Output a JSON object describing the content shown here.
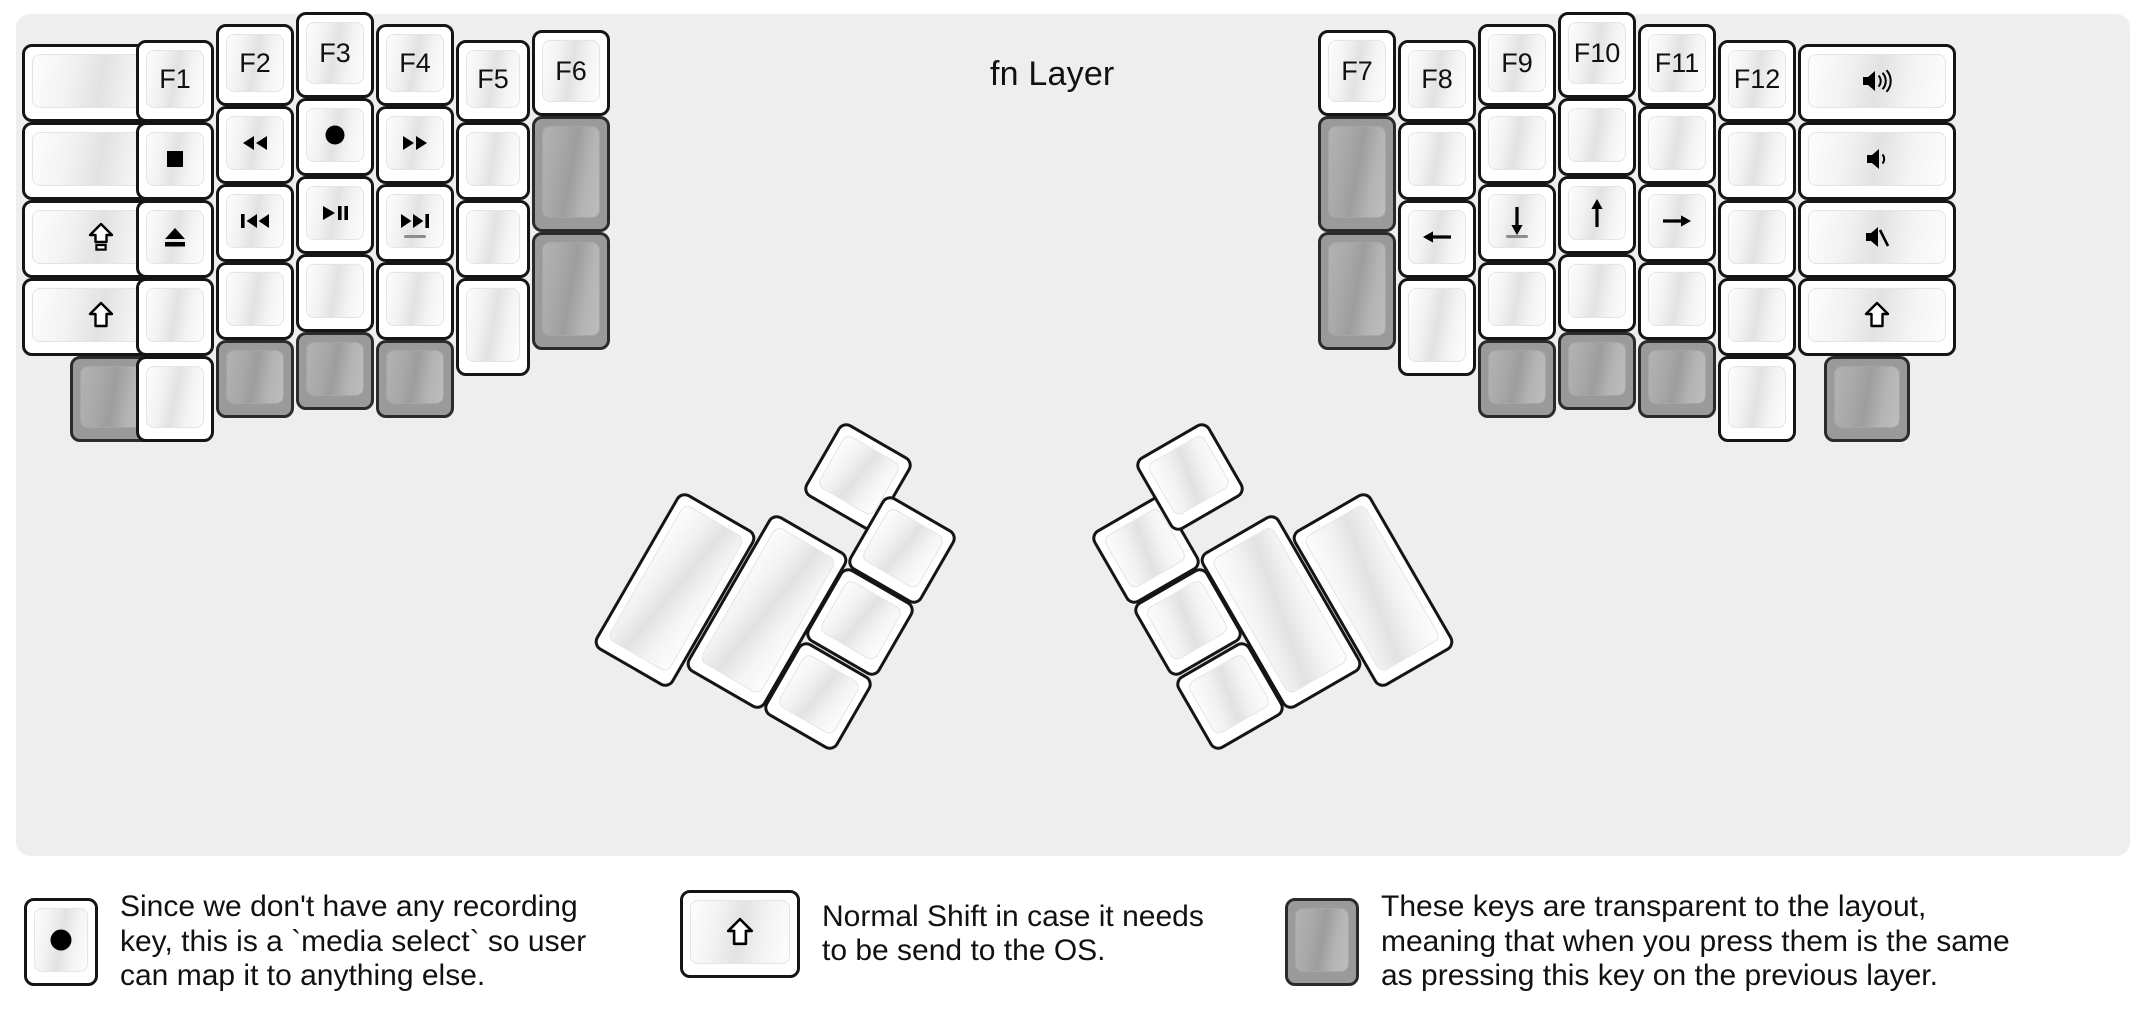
{
  "title": "fn Layer",
  "colors": {
    "panel_bg": "#eeeeee",
    "key_face": "#ffffff",
    "key_border": "#151515",
    "transparent_key": "#9a9a9a",
    "text": "#111111"
  },
  "left_half": {
    "columns": [
      {
        "name": "outer-col",
        "keys": [
          {
            "label": "",
            "icon": "",
            "state": "normal"
          },
          {
            "label": "",
            "icon": "",
            "state": "normal"
          },
          {
            "label": "",
            "icon": "caps-lock-icon",
            "state": "normal"
          },
          {
            "label": "",
            "icon": "shift-icon",
            "state": "normal"
          }
        ]
      },
      {
        "name": "pinky-col",
        "keys": [
          {
            "label": "F1",
            "icon": "",
            "state": "normal"
          },
          {
            "label": "",
            "icon": "media-stop-icon",
            "state": "normal"
          },
          {
            "label": "",
            "icon": "media-eject-icon",
            "state": "normal"
          },
          {
            "label": "",
            "icon": "",
            "state": "normal"
          },
          {
            "label": "",
            "icon": "",
            "state": "normal"
          }
        ]
      },
      {
        "name": "ring-col",
        "keys": [
          {
            "label": "F2",
            "icon": "",
            "state": "normal"
          },
          {
            "label": "",
            "icon": "media-rewind-icon",
            "state": "normal"
          },
          {
            "label": "",
            "icon": "media-prev-track-icon",
            "state": "normal"
          },
          {
            "label": "",
            "icon": "",
            "state": "normal"
          },
          {
            "label": "",
            "icon": "",
            "state": "transparent"
          }
        ]
      },
      {
        "name": "middle-col",
        "keys": [
          {
            "label": "F3",
            "icon": "",
            "state": "normal"
          },
          {
            "label": "",
            "icon": "media-record-icon",
            "state": "normal"
          },
          {
            "label": "",
            "icon": "media-play-pause-icon",
            "state": "normal"
          },
          {
            "label": "",
            "icon": "",
            "state": "normal"
          },
          {
            "label": "",
            "icon": "",
            "state": "transparent"
          }
        ]
      },
      {
        "name": "index-col",
        "keys": [
          {
            "label": "F4",
            "icon": "",
            "state": "normal"
          },
          {
            "label": "",
            "icon": "media-fast-forward-icon",
            "state": "normal"
          },
          {
            "label": "",
            "icon": "media-next-track-icon",
            "state": "normal",
            "homing": true
          },
          {
            "label": "",
            "icon": "",
            "state": "normal"
          },
          {
            "label": "",
            "icon": "",
            "state": "transparent"
          }
        ]
      },
      {
        "name": "inner-col",
        "keys": [
          {
            "label": "F5",
            "icon": "",
            "state": "normal"
          },
          {
            "label": "",
            "icon": "",
            "state": "normal"
          },
          {
            "label": "",
            "icon": "",
            "state": "normal"
          },
          {
            "label": "",
            "icon": "",
            "state": "normal"
          }
        ]
      },
      {
        "name": "innermost-col",
        "keys": [
          {
            "label": "F6",
            "icon": "",
            "state": "normal"
          },
          {
            "label": "",
            "icon": "",
            "state": "transparent"
          },
          {
            "label": "",
            "icon": "",
            "state": "transparent"
          }
        ]
      }
    ],
    "thumb_cluster": [
      {
        "label": "",
        "icon": "",
        "state": "normal",
        "size": "2u"
      },
      {
        "label": "",
        "icon": "",
        "state": "normal",
        "size": "2u"
      },
      {
        "label": "",
        "icon": "",
        "state": "normal",
        "size": "1u"
      },
      {
        "label": "",
        "icon": "",
        "state": "normal",
        "size": "1u"
      },
      {
        "label": "",
        "icon": "",
        "state": "normal",
        "size": "1u"
      },
      {
        "label": "",
        "icon": "",
        "state": "normal",
        "size": "1u"
      }
    ]
  },
  "right_half": {
    "columns": [
      {
        "name": "innermost-col",
        "keys": [
          {
            "label": "F7",
            "icon": "",
            "state": "normal"
          },
          {
            "label": "",
            "icon": "",
            "state": "transparent"
          },
          {
            "label": "",
            "icon": "",
            "state": "transparent"
          }
        ]
      },
      {
        "name": "inner-col",
        "keys": [
          {
            "label": "F8",
            "icon": "",
            "state": "normal"
          },
          {
            "label": "",
            "icon": "",
            "state": "normal"
          },
          {
            "label": "",
            "icon": "arrow-left-icon",
            "state": "normal"
          },
          {
            "label": "",
            "icon": "",
            "state": "normal"
          }
        ]
      },
      {
        "name": "index-col",
        "keys": [
          {
            "label": "F9",
            "icon": "",
            "state": "normal"
          },
          {
            "label": "",
            "icon": "",
            "state": "normal"
          },
          {
            "label": "",
            "icon": "arrow-down-icon",
            "state": "normal",
            "homing": true
          },
          {
            "label": "",
            "icon": "",
            "state": "normal"
          },
          {
            "label": "",
            "icon": "",
            "state": "transparent"
          }
        ]
      },
      {
        "name": "middle-col",
        "keys": [
          {
            "label": "F10",
            "icon": "",
            "state": "normal"
          },
          {
            "label": "",
            "icon": "",
            "state": "normal"
          },
          {
            "label": "",
            "icon": "arrow-up-icon",
            "state": "normal"
          },
          {
            "label": "",
            "icon": "",
            "state": "normal"
          },
          {
            "label": "",
            "icon": "",
            "state": "transparent"
          }
        ]
      },
      {
        "name": "ring-col",
        "keys": [
          {
            "label": "F11",
            "icon": "",
            "state": "normal"
          },
          {
            "label": "",
            "icon": "",
            "state": "normal"
          },
          {
            "label": "",
            "icon": "arrow-right-icon",
            "state": "normal"
          },
          {
            "label": "",
            "icon": "",
            "state": "normal"
          },
          {
            "label": "",
            "icon": "",
            "state": "transparent"
          }
        ]
      },
      {
        "name": "pinky-col",
        "keys": [
          {
            "label": "F12",
            "icon": "",
            "state": "normal"
          },
          {
            "label": "",
            "icon": "",
            "state": "normal"
          },
          {
            "label": "",
            "icon": "",
            "state": "normal"
          },
          {
            "label": "",
            "icon": "",
            "state": "normal"
          },
          {
            "label": "",
            "icon": "",
            "state": "normal"
          }
        ]
      },
      {
        "name": "outer-col",
        "keys": [
          {
            "label": "",
            "icon": "volume-up-icon",
            "state": "normal"
          },
          {
            "label": "",
            "icon": "volume-down-icon",
            "state": "normal"
          },
          {
            "label": "",
            "icon": "volume-mute-icon",
            "state": "normal"
          },
          {
            "label": "",
            "icon": "shift-icon",
            "state": "normal"
          },
          {
            "label": "",
            "icon": "",
            "state": "transparent"
          }
        ]
      }
    ],
    "thumb_cluster": [
      {
        "label": "",
        "icon": "",
        "state": "normal",
        "size": "1u"
      },
      {
        "label": "",
        "icon": "",
        "state": "normal",
        "size": "1u"
      },
      {
        "label": "",
        "icon": "",
        "state": "normal",
        "size": "1u"
      },
      {
        "label": "",
        "icon": "",
        "state": "normal",
        "size": "1u"
      },
      {
        "label": "",
        "icon": "",
        "state": "normal",
        "size": "2u"
      },
      {
        "label": "",
        "icon": "",
        "state": "normal",
        "size": "2u"
      }
    ]
  },
  "legend": [
    {
      "icon": "media-record-icon",
      "state": "normal",
      "text": "Since we don't have any recording\nkey, this is a `media select` so user\ncan map it to anything else."
    },
    {
      "icon": "shift-icon",
      "state": "normal",
      "text": "Normal Shift in case it needs\nto be send to the OS."
    },
    {
      "icon": "",
      "state": "transparent",
      "text": "These keys are transparent to the layout,\nmeaning that when you press them is the same\nas pressing this key on the previous layer."
    }
  ]
}
